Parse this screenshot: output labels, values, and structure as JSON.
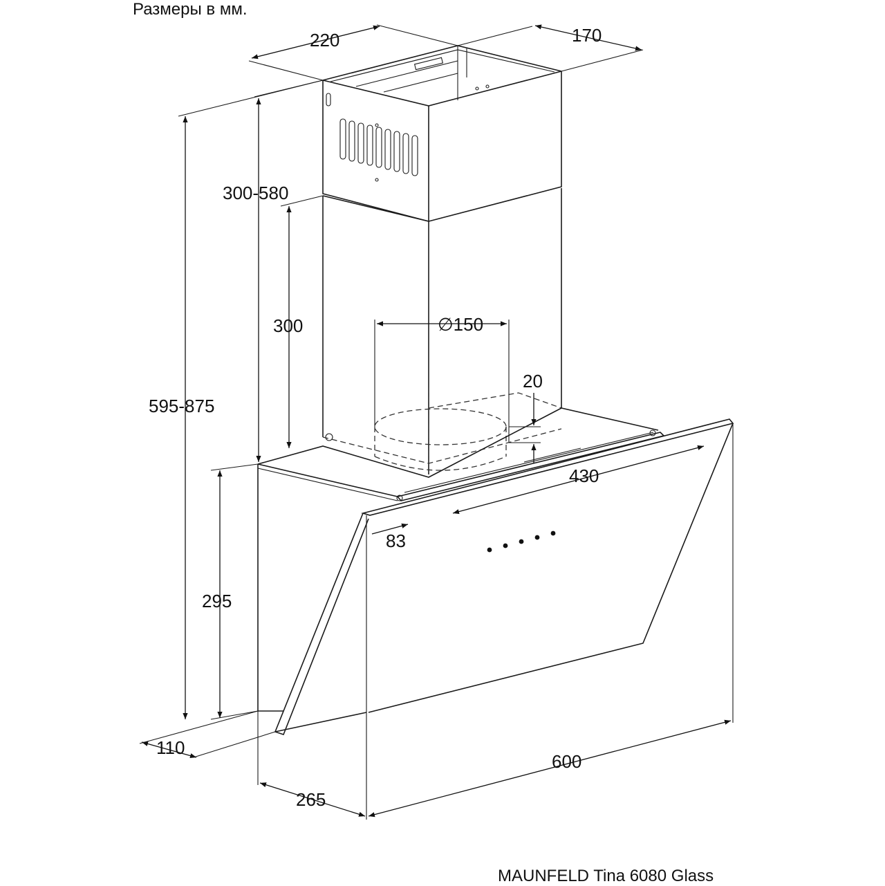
{
  "header": {
    "units_note": "Размеры в мм."
  },
  "footer": {
    "model": "MAUNFELD Tina 6080 Glass"
  },
  "dimensions": {
    "duct_width": "220",
    "duct_depth": "170",
    "duct_height_range": "300-580",
    "lower_duct_height": "300",
    "outlet_diameter": "∅150",
    "outlet_offset": "20",
    "total_height_range": "595-875",
    "body_height": "295",
    "mount_width": "430",
    "panel_offset": "83",
    "bottom_depth": "110",
    "width": "600",
    "depth": "265"
  }
}
